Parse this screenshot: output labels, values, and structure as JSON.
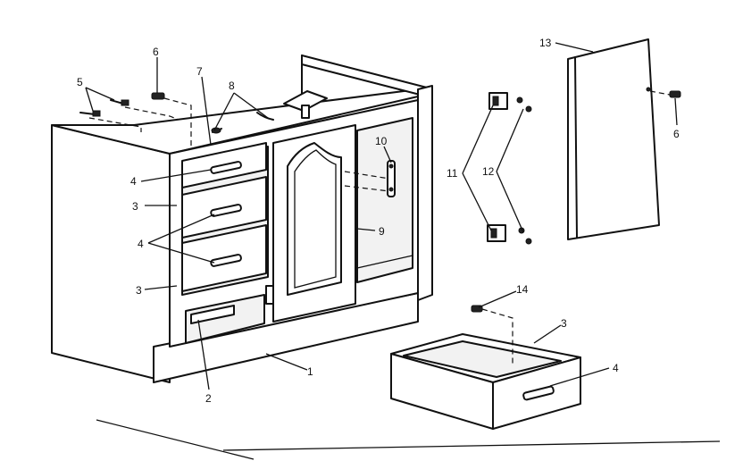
{
  "callouts": {
    "c1": "1",
    "c2": "2",
    "c3a": "3",
    "c3b": "3",
    "c3c": "3",
    "c4a": "4",
    "c4b": "4",
    "c4c": "4",
    "c5": "5",
    "c6a": "6",
    "c6b": "6",
    "c7": "7",
    "c8": "8",
    "c9": "9",
    "c10": "10",
    "c11": "11",
    "c12": "12",
    "c13": "13",
    "c14": "14"
  },
  "colors": {
    "ink": "#111111",
    "paper": "#ffffff"
  }
}
